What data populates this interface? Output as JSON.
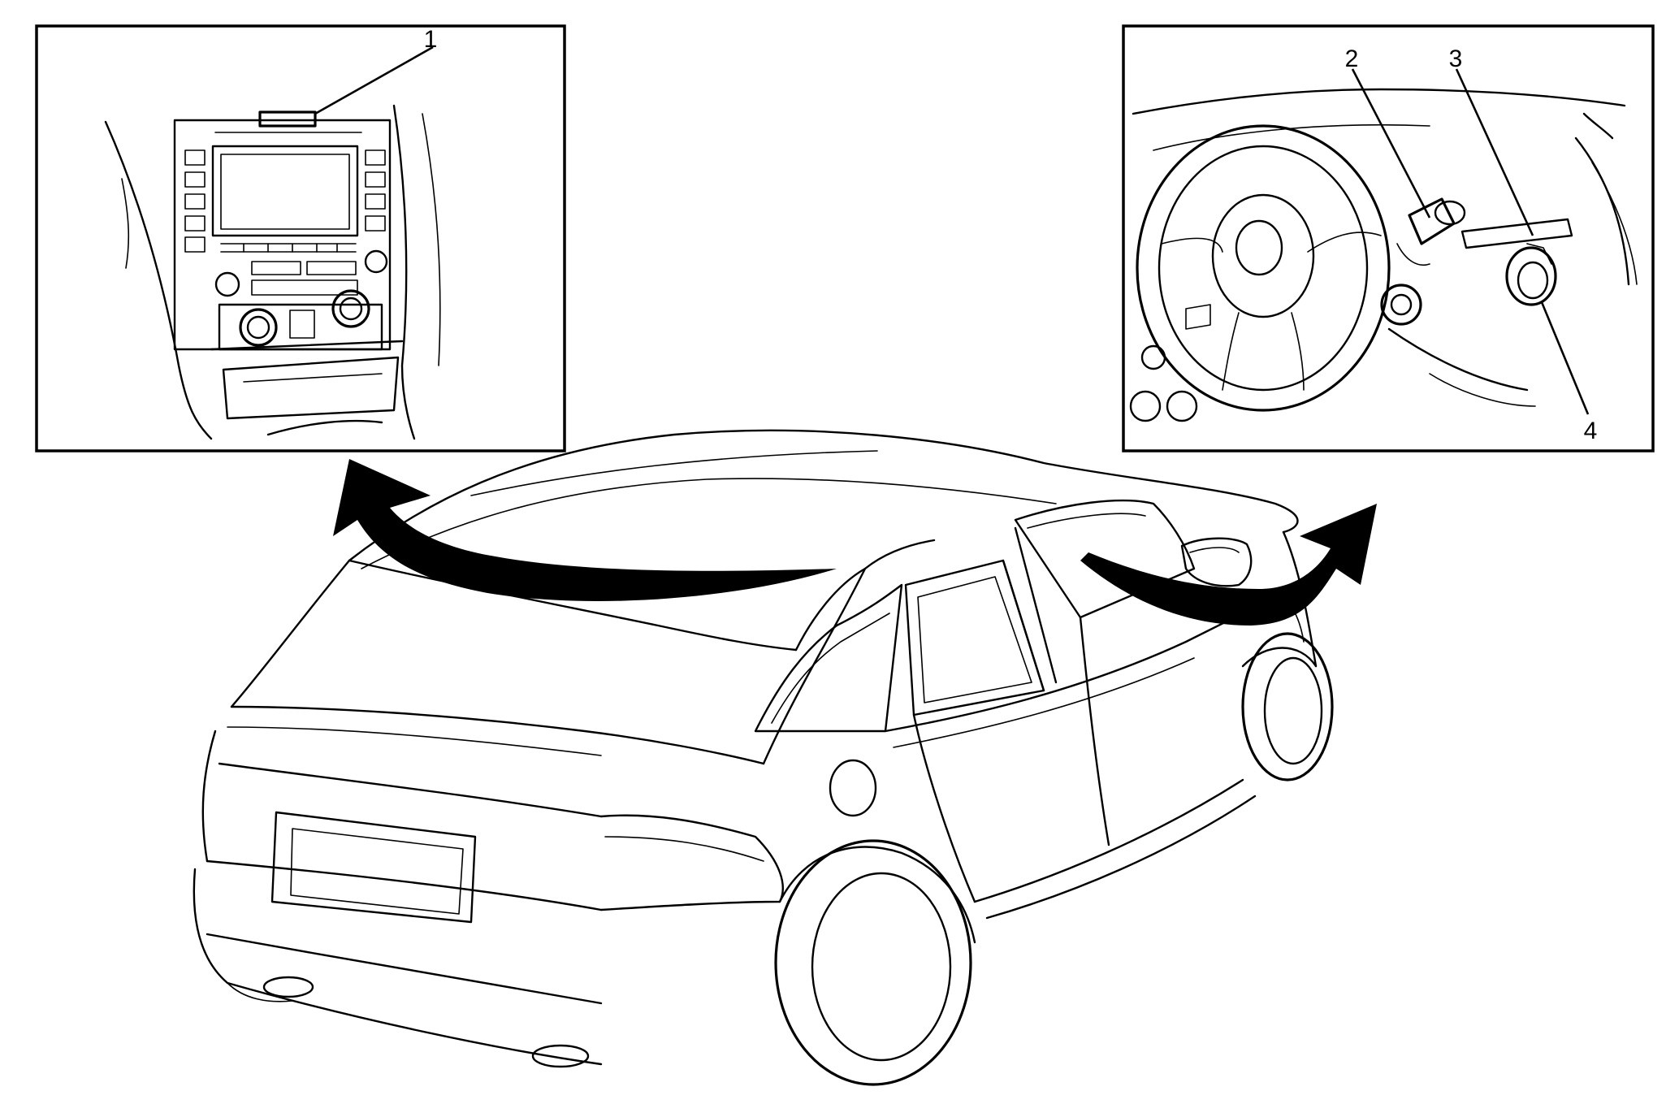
{
  "callouts": {
    "c1": "1",
    "c2": "2",
    "c3": "3",
    "c4": "4"
  },
  "colors": {
    "line": "#000000",
    "background": "#ffffff",
    "arrow_fill": "#000000"
  }
}
